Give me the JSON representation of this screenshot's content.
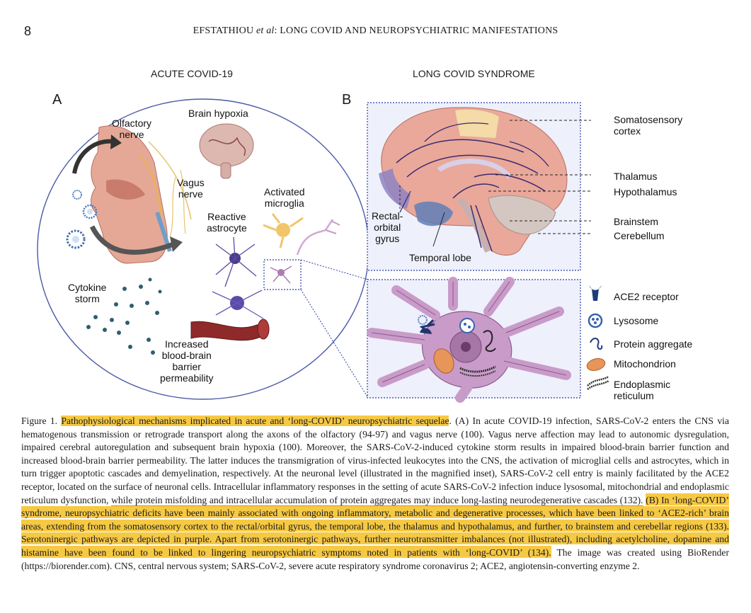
{
  "header": {
    "page_number": "8",
    "running_head_prefix": "EFSTATHIOU ",
    "running_head_etal": "et al",
    "running_head_suffix": ":  LONG COVID AND NEUROPSYCHIATRIC MANIFESTATIONS"
  },
  "figure": {
    "panel_a": {
      "letter": "A",
      "title": "ACUTE COVID-19",
      "labels": {
        "olfactory_nerve": "Olfactory\nnerve",
        "brain_hypoxia": "Brain hypoxia",
        "vagus_nerve": "Vagus\nnerve",
        "activated_microglia": "Activated\nmicroglia",
        "reactive_astrocyte": "Reactive\nastrocyte",
        "cytokine_storm": "Cytokine\nstorm",
        "bbb_permeability": "Increased\nblood-brain\nbarrier\npermeability"
      }
    },
    "panel_b": {
      "letter": "B",
      "title": "LONG COVID SYNDROME",
      "brain_labels": {
        "somatosensory_cortex": "Somatosensory\ncortex",
        "thalamus": "Thalamus",
        "hypothalamus": "Hypothalamus",
        "brainstem": "Brainstem",
        "cerebellum": "Cerebellum",
        "rectal_orbital_gyrus": "Rectal-\norbital\ngyrus",
        "temporal_lobe": "Temporal lobe"
      },
      "legend": [
        {
          "icon": "ace2-receptor-icon",
          "label": "ACE2 receptor"
        },
        {
          "icon": "lysosome-icon",
          "label": "Lysosome"
        },
        {
          "icon": "protein-aggregate-icon",
          "label": "Protein aggregate"
        },
        {
          "icon": "mitochondrion-icon",
          "label": "Mitochondrion"
        },
        {
          "icon": "endoplasmic-reticulum-icon",
          "label": "Endoplasmic\nreticulum"
        }
      ]
    }
  },
  "caption": {
    "prefix": "Figure 1. ",
    "highlight_title": "Pathophysiological mechanisms implicated in acute and ‘long-COVID’ neuropsychiatric sequelae",
    "part_a": ". (A) In acute COVID-19 infection, SARS-CoV-2 enters the CNS via hematogenous transmission or retrograde transport along the axons of the olfactory (94-97) and vagus nerve (100). Vagus nerve affection may lead to autonomic dysregulation, impaired cerebral autoregulation and subsequent brain hypoxia (100). Moreover, the SARS-CoV-2-induced cytokine storm results in impaired blood-brain barrier function and increased blood-brain barrier permeability. The latter induces the transmigration of virus-infected leukocytes into the CNS, the activation of microglial cells and astrocytes, which in turn trigger apoptotic cascades and demyelination, respectively. At the neuronal level (illustrated in the magnified inset), SARS-CoV-2 cell entry is mainly facilitated by the ACE2 receptor, located on the surface of neuronal cells. Intracellular inflammatory responses in the setting of acute SARS-CoV-2 infection induce lysosomal, mitochondrial and endoplasmic reticulum dysfunction, ",
    "underlined_a": "while protein misfolding and intracellular accumulation of protein aggregates may induce long-lasting neurodegenerative cascades (132).",
    "space": " ",
    "highlight_b": "(B) In ‘long-COVID’ syndrome, neuropsychiatric deficits have been mainly associated with ongoing inflammatory, metabolic and degenerative processes, which have been linked to ‘ACE2-rich’ brain areas, extending from the somatosensory cortex to the rectal/orbital gyrus, the temporal lobe, the thalamus and hypothalamus, and further, to brainstem and cerebellar regions (133). Serotoninergic pathways are depicted in purple. Apart from serotoninergic pathways, further neurotransmitter imbalances (not illustrated), including acetylcholine, dopamine and histamine have been found to be linked to lingering neuropsychiatric symptoms noted in patients with ‘long-COVID’ (134).",
    "suffix": " The image was created using BioRender (https://biorender.com). CNS, central nervous system; SARS-CoV-2, severe acute respiratory syndrome coronavirus 2; ACE2, angiotensin-converting enzyme 2."
  },
  "colors": {
    "highlight": "#f6c945",
    "underline": "#e98a2f",
    "serotonin_pathway": "#3b2a6e",
    "neuron": "#c99bc9",
    "panel_border": "#2c3fa8"
  }
}
